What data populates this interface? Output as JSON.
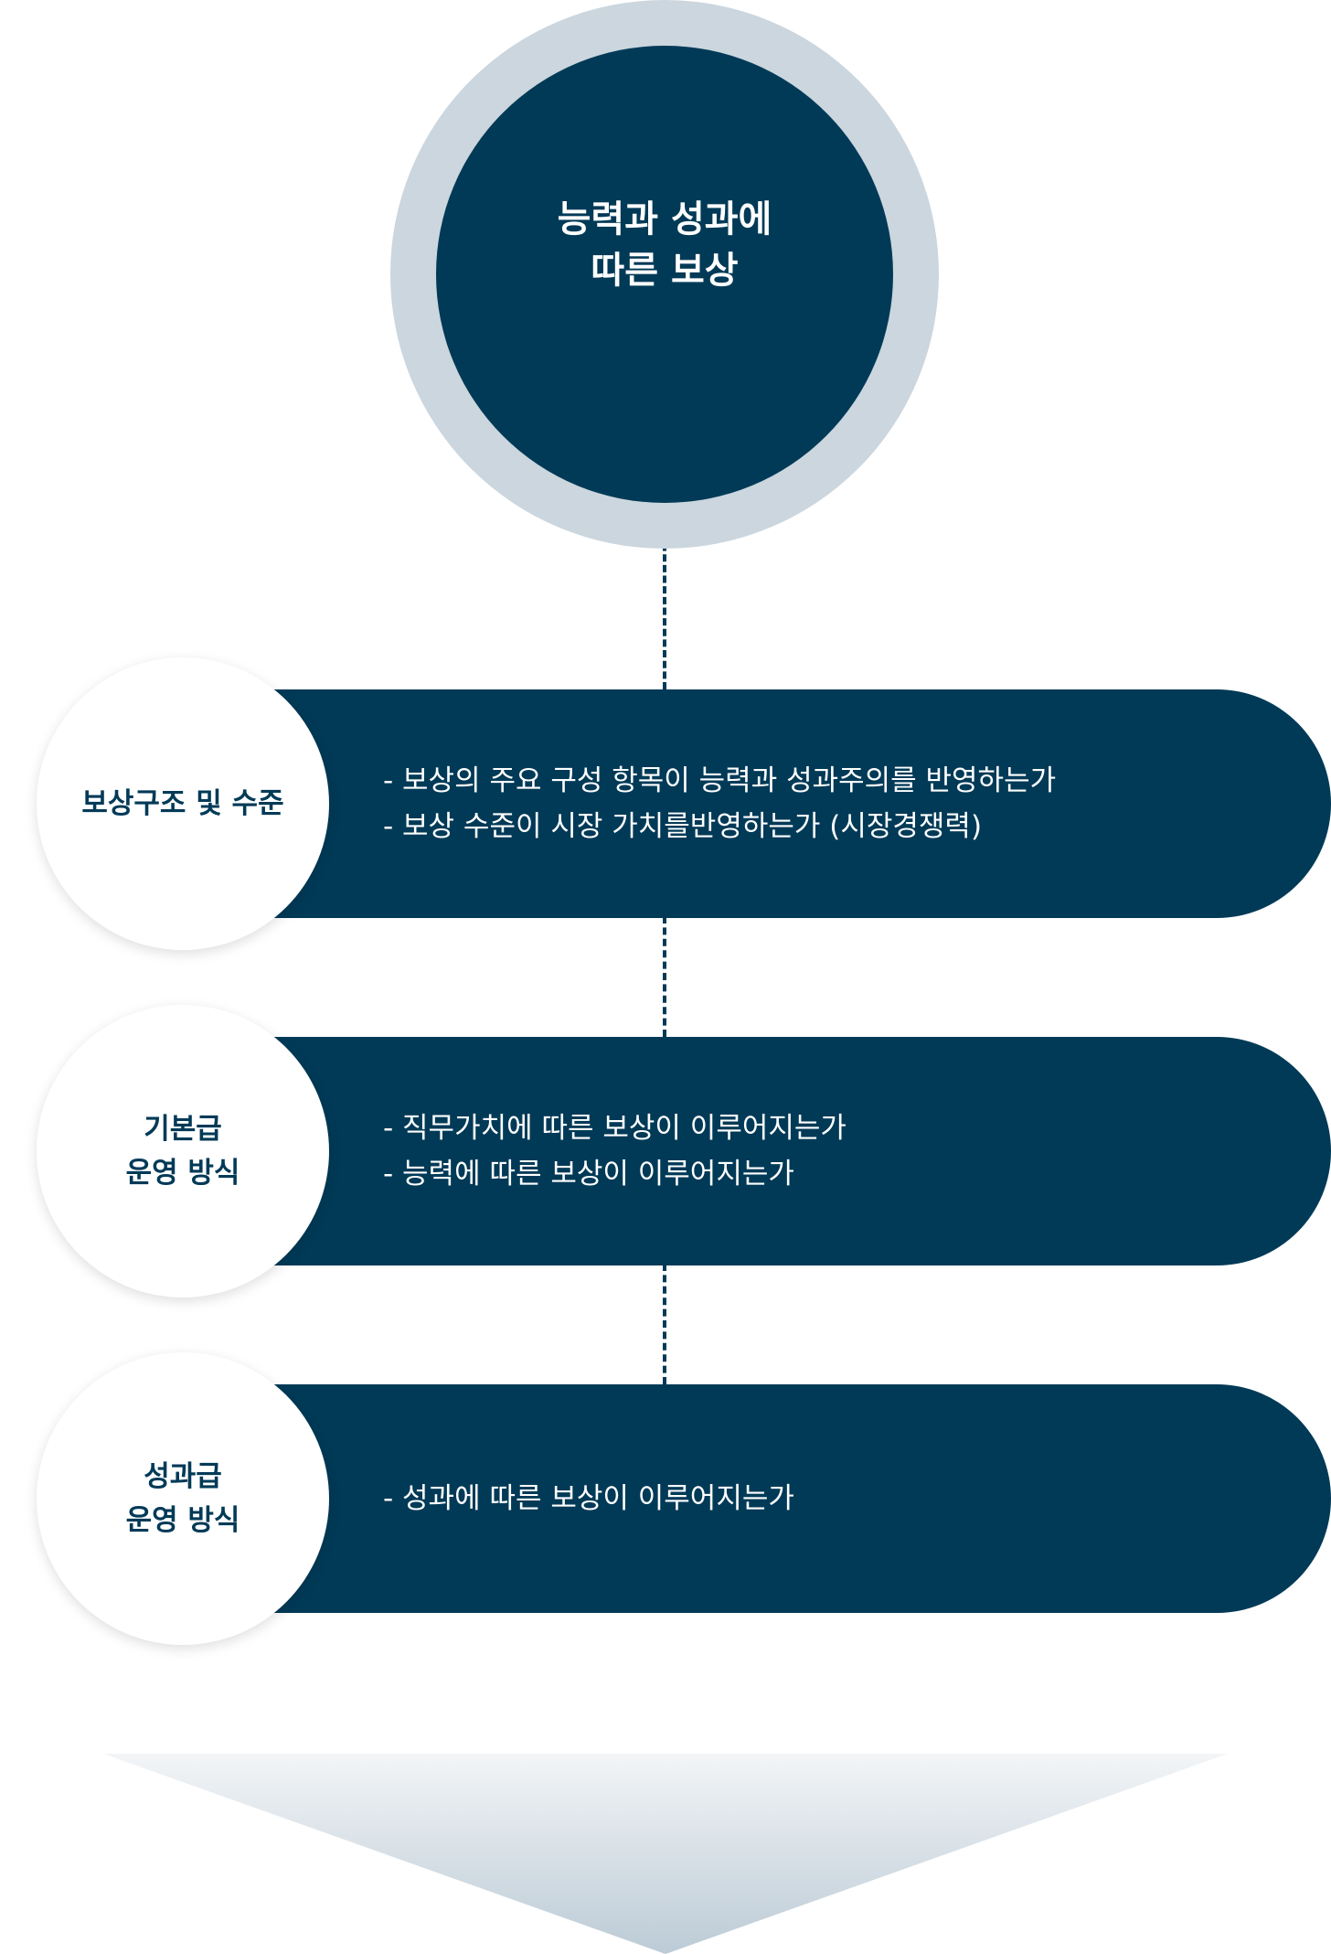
{
  "center": {
    "line1": "능력과 성과에",
    "line2": "따른 보상"
  },
  "rows": [
    {
      "label": [
        "보상구조 및 수준"
      ],
      "items": [
        "- 보상의 주요 구성 항목이 능력과 성과주의를 반영하는가",
        "- 보상 수준이 시장 가치를반영하는가 (시장경쟁력)"
      ]
    },
    {
      "label": [
        "기본급",
        "운영 방식"
      ],
      "items": [
        "- 직무가치에 따른 보상이 이루어지는가",
        "- 능력에 따른 보상이 이루어지는가"
      ]
    },
    {
      "label": [
        "성과급",
        "운영 방식"
      ],
      "items": [
        "- 성과에 따른 보상이 이루어지는가"
      ]
    }
  ],
  "colors": {
    "navy": "#013a57",
    "ring": "#cbd6de",
    "white": "#ffffff"
  }
}
